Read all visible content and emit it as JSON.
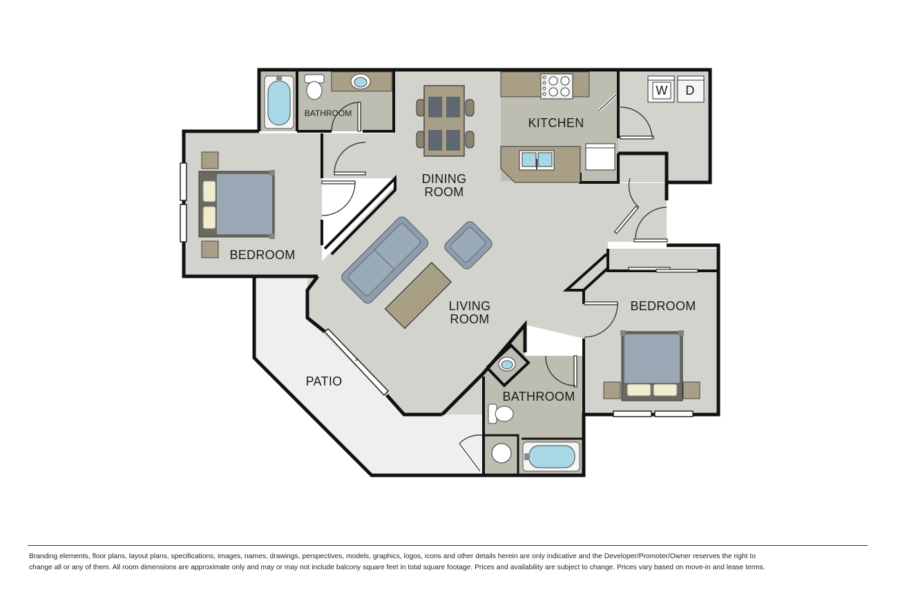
{
  "rooms": {
    "bathroom_top": "BATHROOM",
    "dining_line1": "DINING",
    "dining_line2": "ROOM",
    "kitchen": "KITCHEN",
    "bedroom_left": "BEDROOM",
    "living_line1": "LIVING",
    "living_line2": "ROOM",
    "bedroom_right": "BEDROOM",
    "bathroom_bottom": "BATHROOM",
    "patio": "PATIO"
  },
  "appliances": {
    "washer": "W",
    "dryer": "D"
  },
  "disclaimer": {
    "line1": "Branding elements, floor plans, layout plans, specifications, images, names, drawings, perspectives, models, graphics, logos, icons and other details herein are only indicative and the Developer/Promoter/Owner reserves the right to",
    "line2": "change all or any of them. All room dimensions are approximate only and may or may not include balcony square feet in total square footage. Prices and availability are subject to change. Prices vary based on move-in and lease terms."
  },
  "colors": {
    "floor": "#d2d3cd",
    "wet_room": "#bdbdb2",
    "patio": "#eeeff1",
    "wall": "#111111",
    "counter": "#a89f86",
    "bed_blue": "#9aa8b6",
    "sofa_blue": "#9aaabb",
    "tub_water": "#a8d8e6"
  }
}
